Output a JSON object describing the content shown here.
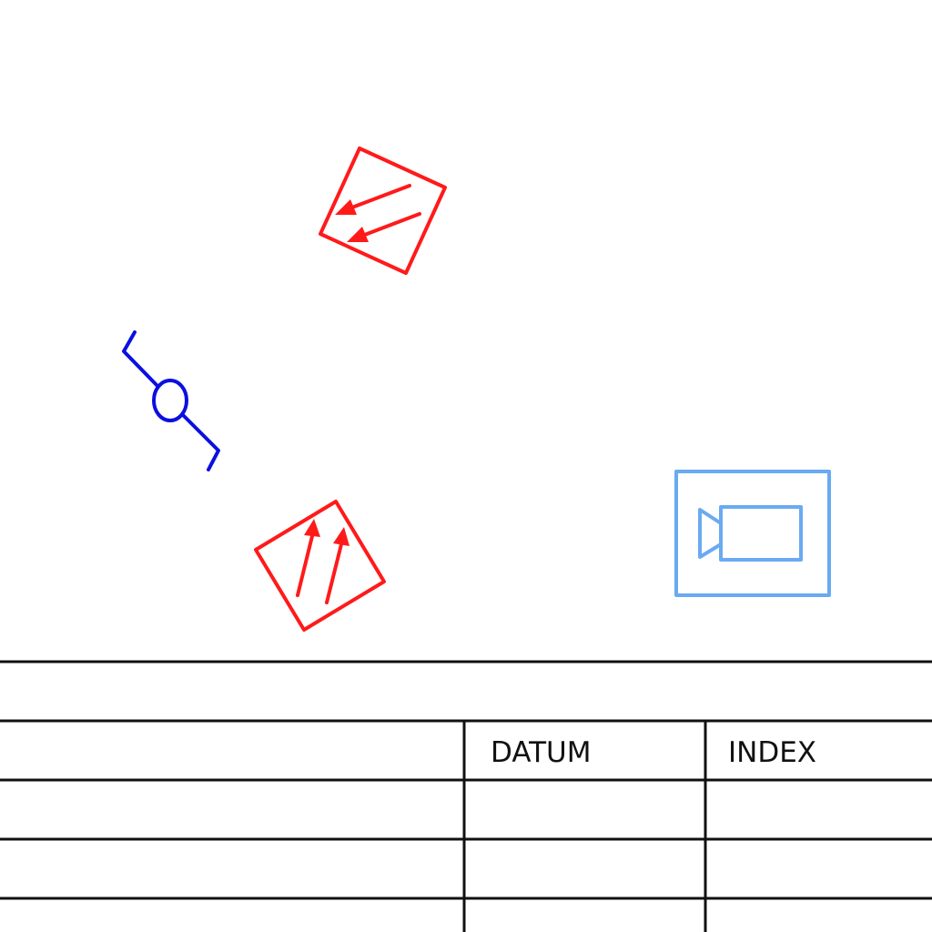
{
  "colors": {
    "background": "#ffffff",
    "ink": "#111111",
    "arrow_red": "#ff1a1a",
    "symbol_blue": "#0a10e0",
    "camera_blue": "#6aaaf2"
  },
  "symbols": [
    {
      "name": "arrow-box-upper",
      "icon": "double-arrow-box-icon",
      "color": "arrow_red"
    },
    {
      "name": "bracket-circle",
      "icon": "bracket-circle-icon",
      "color": "symbol_blue"
    },
    {
      "name": "arrow-box-lower",
      "icon": "double-arrow-box-icon",
      "color": "arrow_red"
    },
    {
      "name": "video-camera",
      "icon": "video-camera-icon",
      "color": "camera_blue"
    }
  ],
  "table": {
    "columns": [
      "",
      "DATUM",
      "INDEX"
    ],
    "rows": [
      [
        "",
        "",
        ""
      ],
      [
        "",
        "",
        ""
      ],
      [
        "",
        "",
        ""
      ]
    ]
  }
}
